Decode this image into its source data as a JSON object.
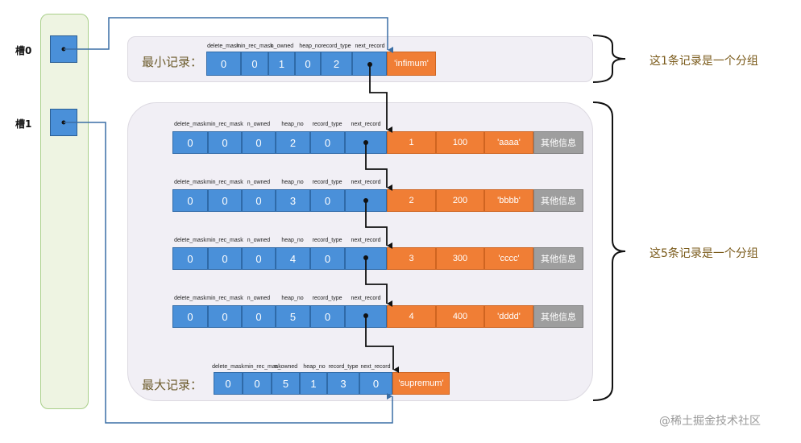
{
  "slots": {
    "label0": "槽0",
    "label1": "槽1"
  },
  "headers": [
    "delete_mask",
    "min_rec_mask",
    "n_owned",
    "heap_no",
    "record_type",
    "next_record"
  ],
  "infimum": {
    "label": "最小记录：",
    "values": [
      "0",
      "0",
      "1",
      "0",
      "2"
    ],
    "data": "'infimum'"
  },
  "records": [
    {
      "values": [
        "0",
        "0",
        "0",
        "2",
        "0"
      ],
      "data": [
        "1",
        "100",
        "'aaaa'",
        "其他信息"
      ]
    },
    {
      "values": [
        "0",
        "0",
        "0",
        "3",
        "0"
      ],
      "data": [
        "2",
        "200",
        "'bbbb'",
        "其他信息"
      ]
    },
    {
      "values": [
        "0",
        "0",
        "0",
        "4",
        "0"
      ],
      "data": [
        "3",
        "300",
        "'cccc'",
        "其他信息"
      ]
    },
    {
      "values": [
        "0",
        "0",
        "0",
        "5",
        "0"
      ],
      "data": [
        "4",
        "400",
        "'dddd'",
        "其他信息"
      ]
    }
  ],
  "supremum": {
    "label": "最大记录：",
    "values": [
      "0",
      "0",
      "5",
      "1",
      "3",
      "0"
    ],
    "data": "'supremum'"
  },
  "annotations": {
    "group1": "这1条记录是一个分组",
    "group2": "这5条记录是一个分组"
  },
  "watermark": "@稀土掘金技术社区",
  "colors": {
    "blue": "#4a90d9",
    "orange": "#f07e35",
    "gray": "#9e9e9e",
    "slot_column": "#eef4e2"
  }
}
